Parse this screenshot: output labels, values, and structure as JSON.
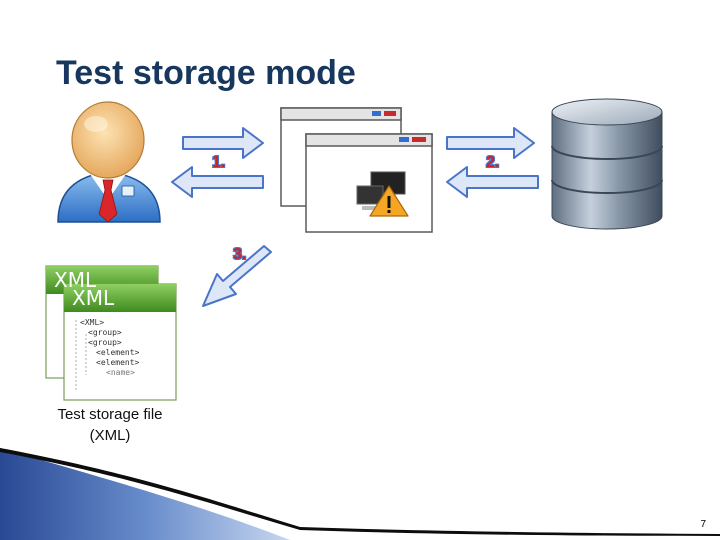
{
  "slide": {
    "title": "Test storage mode",
    "page_number": "7"
  },
  "steps": {
    "step1": "1.",
    "step2": "2.",
    "step3": "3."
  },
  "xml_file": {
    "tab_back": "XML",
    "tab_front": "XML",
    "lines": [
      "<XML>",
      "<group>",
      "<group>",
      "<element>",
      "<element>",
      "<name>"
    ],
    "caption_line1": "Test storage file",
    "caption_line2": "(XML)"
  },
  "icons": {
    "user": "user-avatar-icon",
    "app": "application-windows-icon",
    "warning": "warning-icon",
    "database": "database-icon",
    "xml": "xml-document-icon"
  },
  "colors": {
    "title": "#17375e",
    "step_text": "#d32020",
    "arrow_fill": "#dde7f8",
    "arrow_stroke": "#4a74c9",
    "xml_green": "#3f8a1e"
  }
}
